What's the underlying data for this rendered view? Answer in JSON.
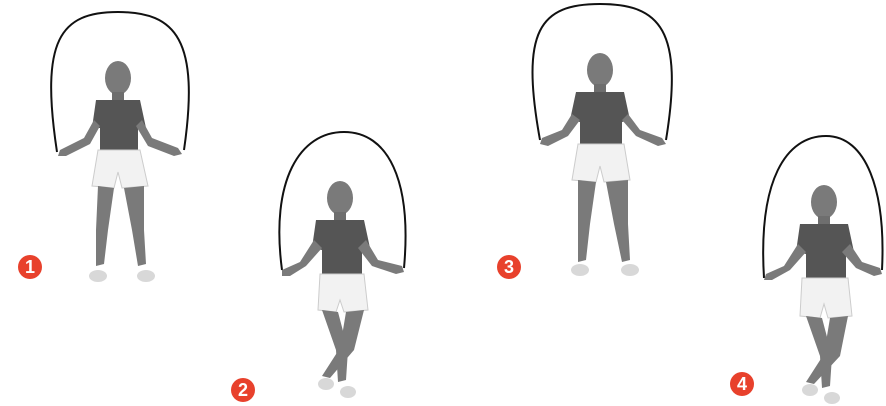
{
  "colors": {
    "badge": "#e8412c",
    "shirt": "#555555",
    "skin": "#7a7a7a",
    "shorts": "#f2f2f2",
    "rope": "#111111"
  },
  "steps": [
    {
      "number": "1"
    },
    {
      "number": "2"
    },
    {
      "number": "3"
    },
    {
      "number": "4"
    }
  ]
}
